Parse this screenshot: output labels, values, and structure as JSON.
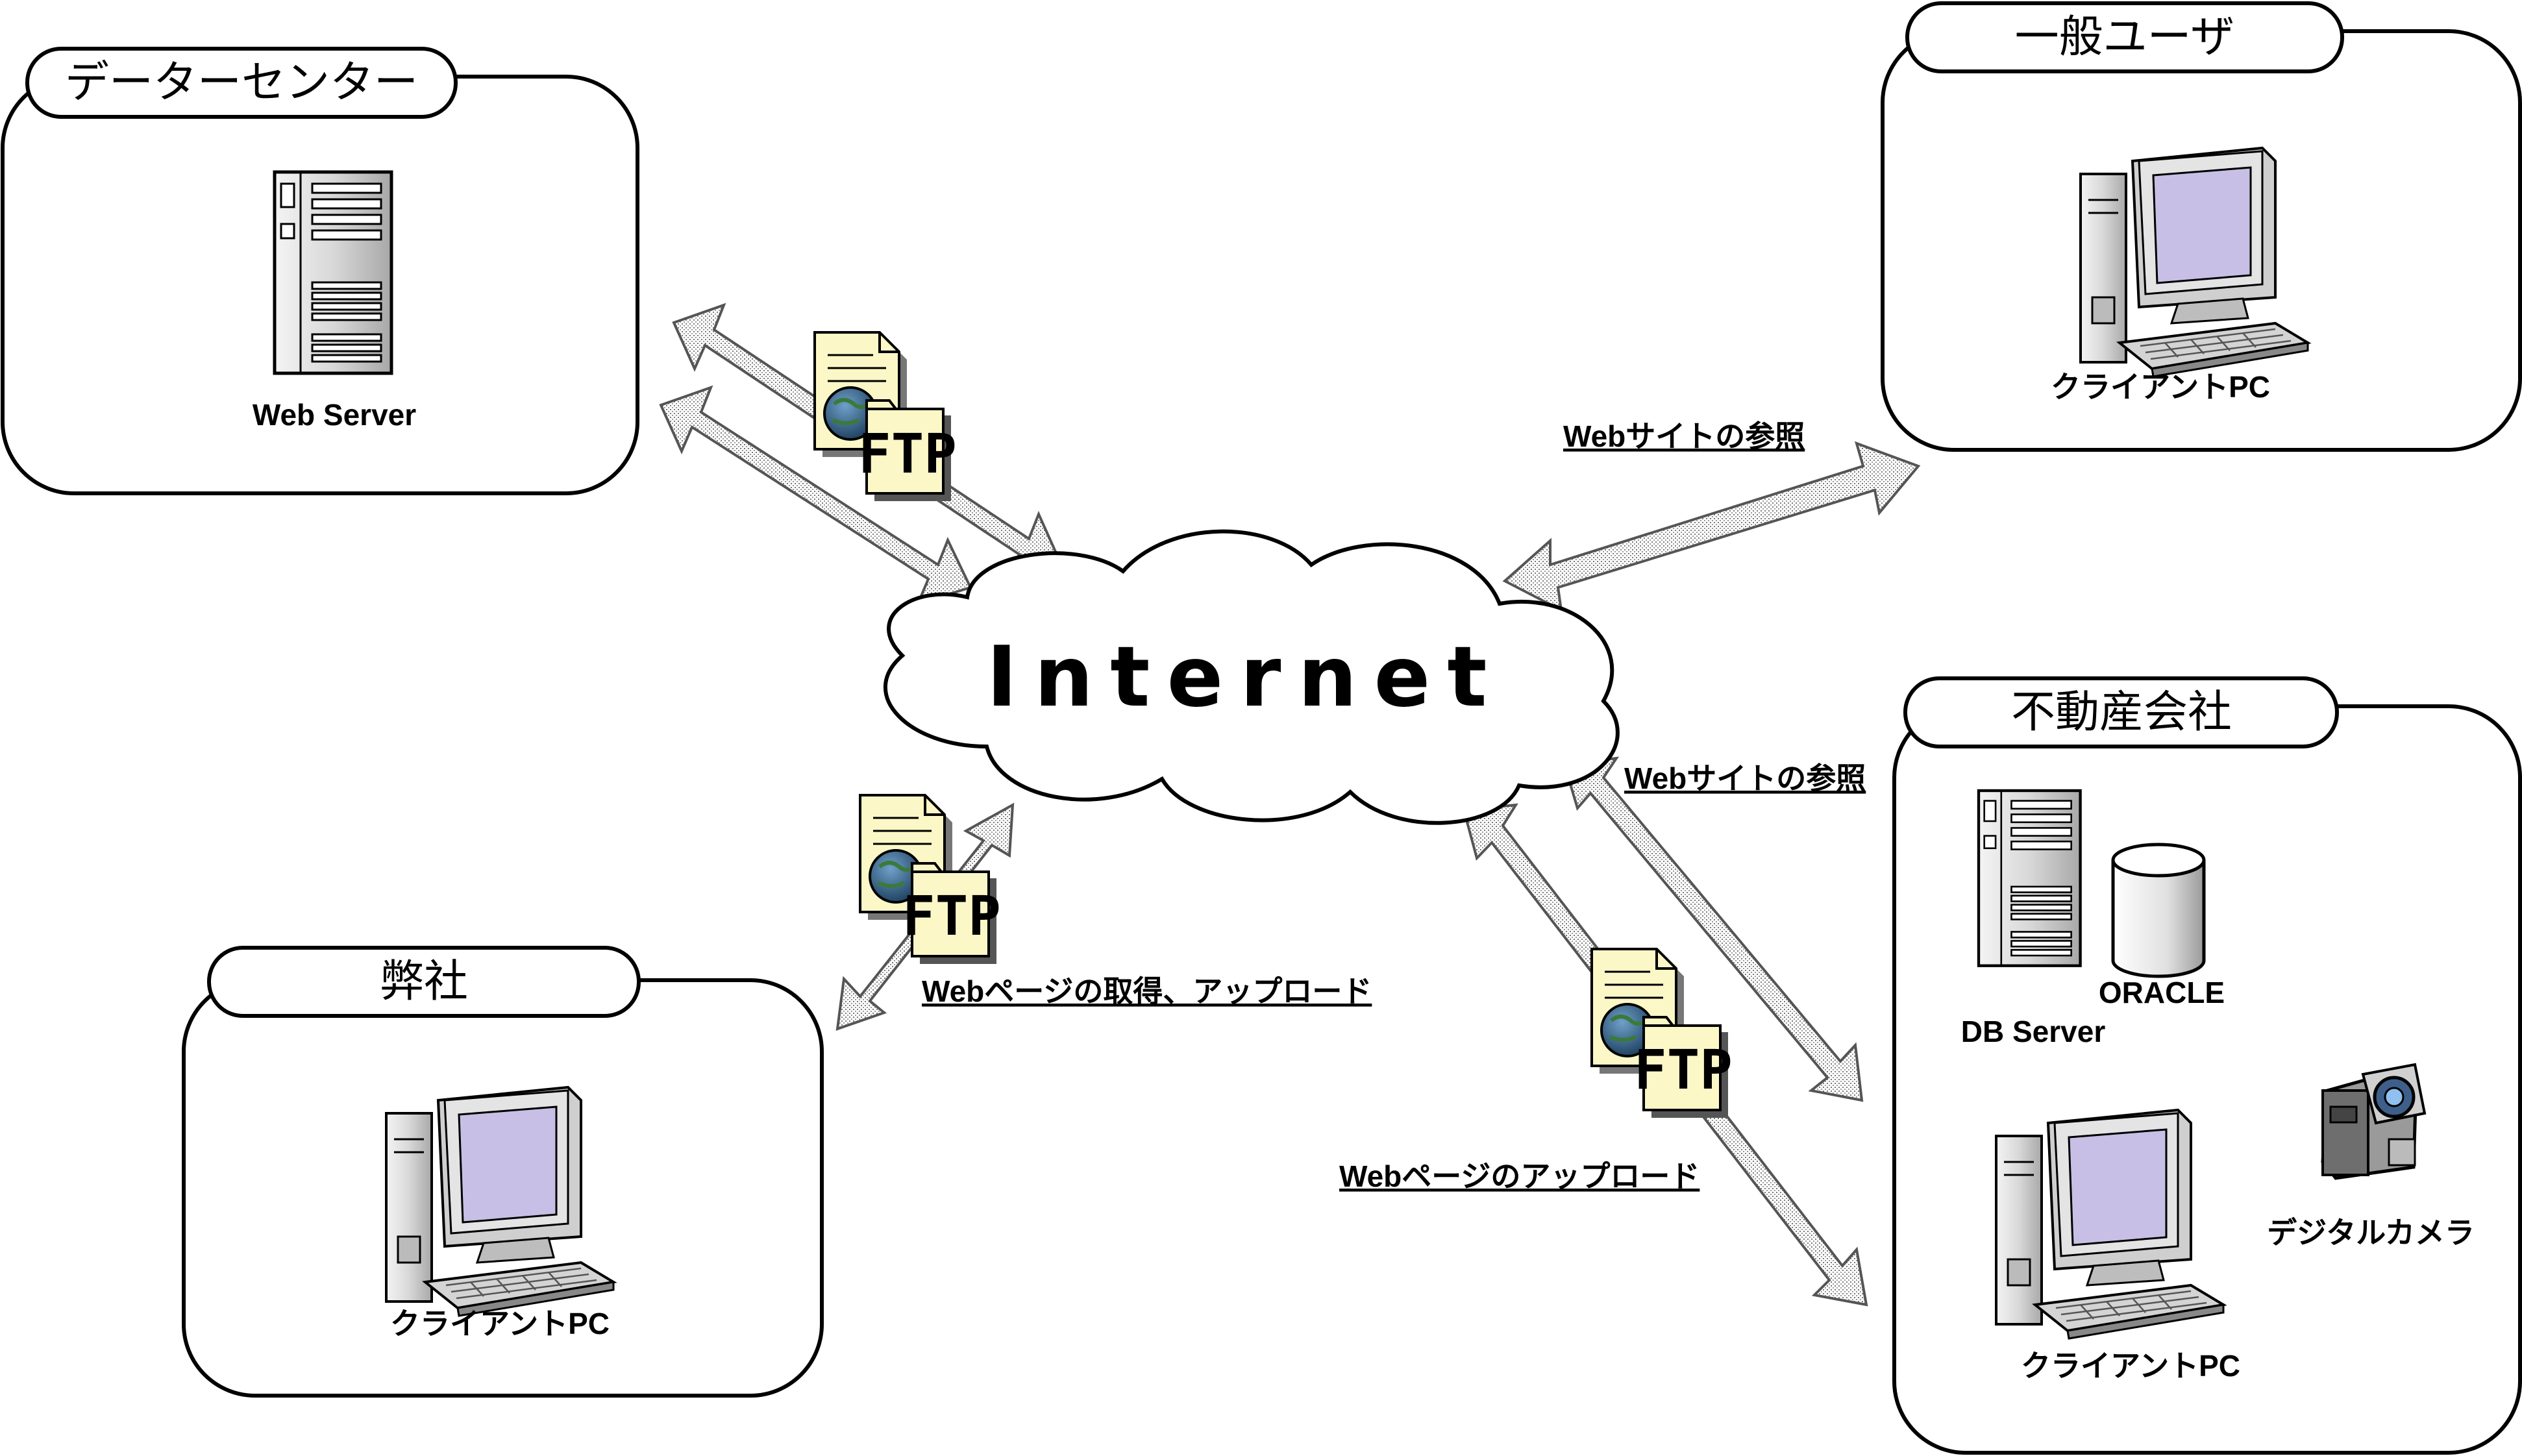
{
  "cloud": {
    "label": "Internet"
  },
  "zones": {
    "datacenter": {
      "title": "データーセンター",
      "server_caption": "Web Server"
    },
    "general_user": {
      "title": "一般ユーザ",
      "pc_caption": "クライアントPC"
    },
    "our_company": {
      "title": "弊社",
      "pc_caption": "クライアントPC"
    },
    "real_estate": {
      "title": "不動産会社",
      "db_caption": "DB Server",
      "oracle_caption": "ORACLE",
      "pc_caption": "クライアントPC",
      "camera_caption": "デジタルカメラ"
    }
  },
  "links": {
    "user_browse": "Webサイトの参照",
    "realestate_browse": "Webサイトの参照",
    "company_transfer": "Webページの取得、アップロード",
    "realestate_upload": "Webページのアップロード"
  },
  "ftp_badges": {
    "label": "FTP"
  },
  "colors": {
    "screen": "#c8bfe6",
    "cloud_fill": "#ffffff",
    "arrow_fill": "#e8e8e8",
    "ftp_folder": "#fbf7c7",
    "globe": "#2d5a7b"
  }
}
